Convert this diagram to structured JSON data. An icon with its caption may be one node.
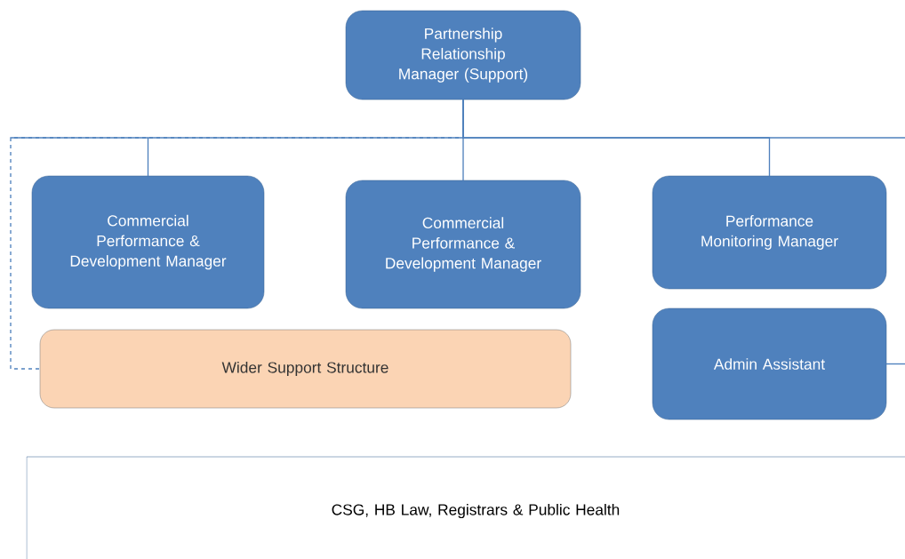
{
  "diagram": {
    "nodes": [
      {
        "text": [
          "Partnership Relationship Manager (Support)"
        ]
      },
      {
        "text": [
          "Commercial Performance & Development Manager"
        ]
      },
      {
        "text": [
          "Commercial Performance & Development Manager"
        ]
      },
      {
        "text": [
          "Performance Monitoring Manager"
        ]
      },
      {
        "text": [
          "Wider Support Structure"
        ]
      },
      {
        "text": [
          "Admin Assistant"
        ]
      },
      {
        "text": [
          "CSG, HB Law, Registrars & Public Health"
        ]
      }
    ],
    "edges": [
      {
        "from": 0,
        "to": 1,
        "arrow": "none"
      },
      {
        "from": 0,
        "to": 2,
        "arrow": "none"
      },
      {
        "from": 0,
        "to": 3,
        "arrow": "none"
      },
      {
        "from": 0,
        "to": 4,
        "arrow": "none",
        "style": "dashed"
      },
      {
        "from": 0,
        "to": null,
        "arrow": "none"
      },
      {
        "from": 5,
        "to": null,
        "arrow": "none"
      }
    ]
  }
}
